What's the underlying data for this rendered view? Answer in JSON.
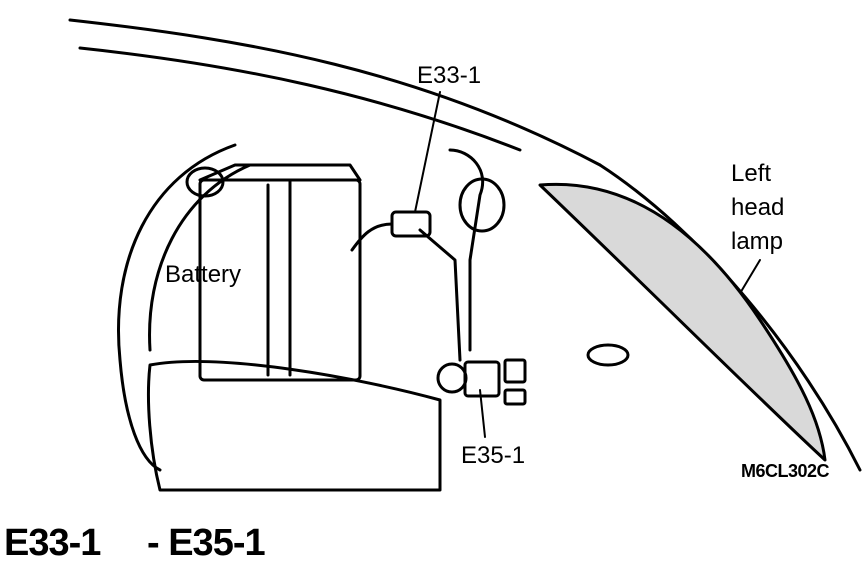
{
  "labels": {
    "connector_top": "E33-1",
    "connector_bottom": "E35-1",
    "battery": "Battery",
    "headlamp_line1": "Left",
    "headlamp_line2": "head",
    "headlamp_line3": "lamp",
    "figure_code": "M6CL302C"
  },
  "heading": {
    "left": "E33-1",
    "right": "- E35-1"
  },
  "colors": {
    "ink": "#000000",
    "paper": "#ffffff",
    "lamp_shade": "#d9d9d9"
  }
}
